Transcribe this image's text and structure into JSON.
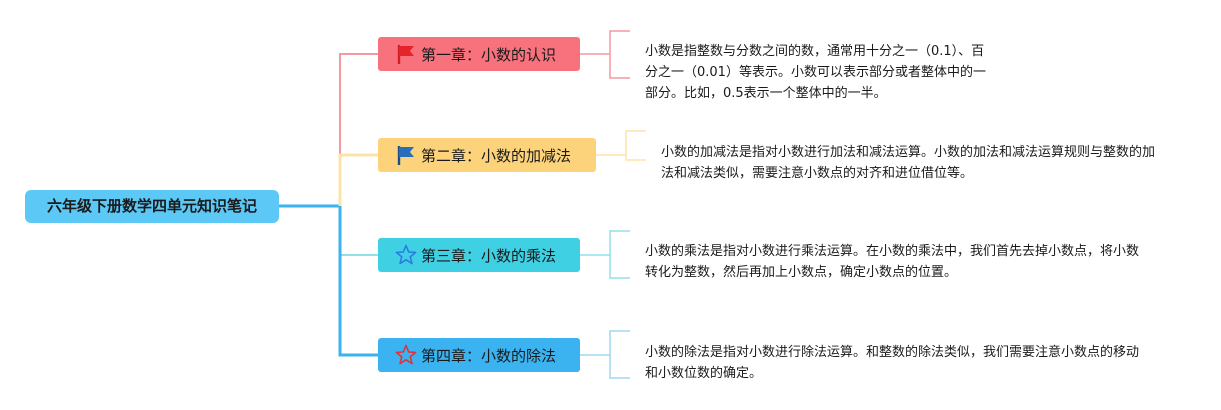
{
  "root": {
    "label": "六年级下册数学四单元知识笔记"
  },
  "chapters": [
    {
      "label": "第一章：小数的认识",
      "icon": "red-flag-icon",
      "color": "#f7727d",
      "note": "小数是指整数与分数之间的数，通常用十分之一（0.1）、百分之一（0.01）等表示。小数可以表示部分或者整体中的一部分。比如，0.5表示一个整体中的一半。"
    },
    {
      "label": "第二章：小数的加减法",
      "icon": "blue-flag-icon",
      "color": "#fcd37a",
      "note": "小数的加减法是指对小数进行加法和减法运算。小数的加法和减法运算规则与整数的加法和减法类似，需要注意小数点的对齐和进位借位等。"
    },
    {
      "label": "第三章：小数的乘法",
      "icon": "blue-star-icon",
      "color": "#3fd0e3",
      "note": "小数的乘法是指对小数进行乘法运算。在小数的乘法中，我们首先去掉小数点，将小数转化为整数，然后再加上小数点，确定小数点的位置。"
    },
    {
      "label": "第四章：小数的除法",
      "icon": "red-star-icon",
      "color": "#3ab3f0",
      "note": "小数的除法是指对小数进行除法运算。和整数的除法类似，我们需要注意小数点的移动和小数位数的确定。"
    }
  ],
  "colors": {
    "root": "#5bc8f5",
    "connector_red": "#f29aa0",
    "connector_yellow": "#fde3a8",
    "connector_cyan": "#8fe0ea",
    "connector_blue": "#3ab3f0"
  }
}
